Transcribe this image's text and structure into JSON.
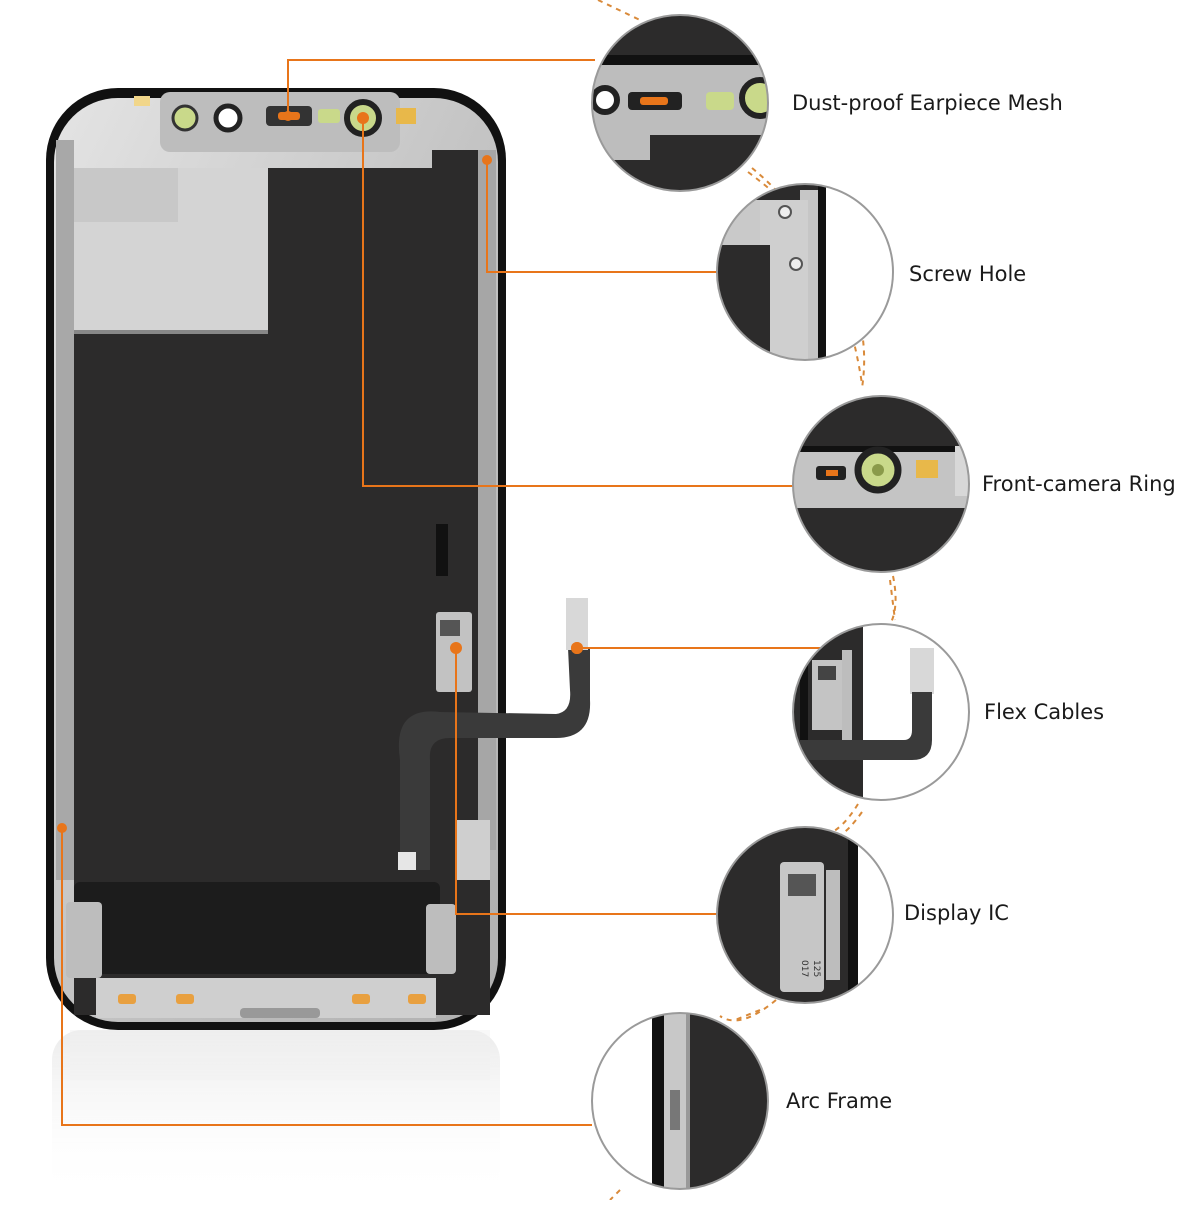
{
  "colors": {
    "accent": "#e8751a",
    "screen": "#2b2a2a",
    "frame": "#111111",
    "metal": "#cfcfcf",
    "ribbon": "#3a3a3a"
  },
  "callouts": [
    {
      "id": "earpiece-mesh",
      "label": "Dust-proof Earpiece Mesh"
    },
    {
      "id": "screw-hole",
      "label": "Screw Hole"
    },
    {
      "id": "front-camera-ring",
      "label": "Front-camera Ring"
    },
    {
      "id": "flex-cables",
      "label": "Flex Cables"
    },
    {
      "id": "display-ic",
      "label": "Display IC"
    },
    {
      "id": "arc-frame",
      "label": "Arc Frame"
    }
  ],
  "labels": {
    "dic_code_1": "017",
    "dic_code_2": "125"
  }
}
